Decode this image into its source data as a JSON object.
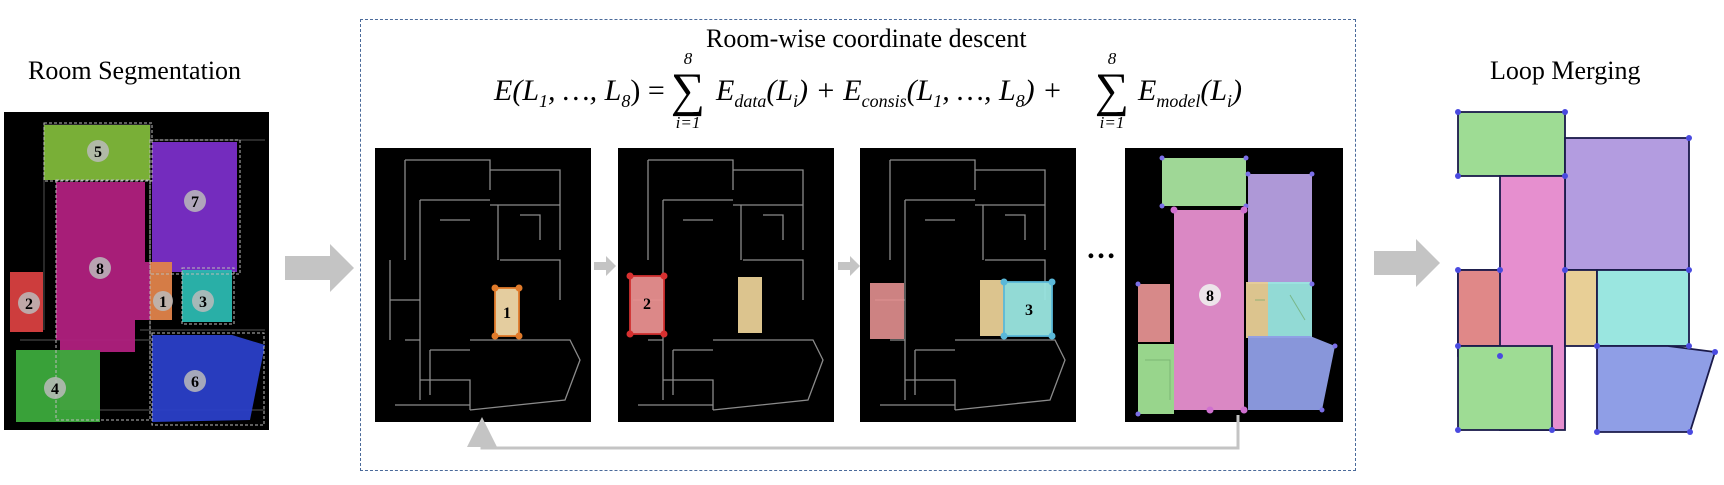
{
  "titles": {
    "segmentation": "Room Segmentation",
    "coordinate_descent": "Room-wise coordinate descent",
    "merging": "Loop Merging"
  },
  "equation": {
    "lhs": "E(L",
    "lhs_sub1": "1",
    "lhs_mid": ", …, L",
    "lhs_sub2": "8",
    "lhs_end": ") =",
    "sum_upper": "8",
    "sum_lower": "i=1",
    "term1": "E",
    "term1_sub": "data",
    "term1_arg": "(L",
    "term1_arg_sub": "i",
    "term1_end": ") + E",
    "term2_sub": "consis",
    "term2_arg": "(L",
    "term2_arg_sub1": "1",
    "term2_mid": ", …, L",
    "term2_arg_sub2": "8",
    "term2_end": ") +",
    "sum2_upper": "8",
    "sum2_lower": "i=1",
    "term3": "E",
    "term3_sub": "model",
    "term3_arg": "(L",
    "term3_arg_sub": "i",
    "term3_end": ")"
  },
  "ellipsis": "…",
  "room_labels": {
    "seg": [
      "1",
      "2",
      "3",
      "4",
      "5",
      "6",
      "7",
      "8"
    ],
    "step1": "1",
    "step2": "2",
    "step3": "3",
    "step4": "8"
  },
  "colors": {
    "room1": "#e8c27a",
    "room2": "#d84040",
    "room3": "#2bb8b0",
    "room4": "#3caa3c",
    "room5": "#7fb83a",
    "room6": "#2a3fc8",
    "room7": "#7a2ec8",
    "room8": "#b0207e",
    "merge_green": "#9edc94",
    "merge_pink": "#e68fcf",
    "merge_purple": "#b39ce0",
    "merge_red": "#e08888",
    "merge_tan": "#e8cf96",
    "merge_cyan": "#9ae6e0",
    "merge_blue": "#8f9ee6",
    "arrow_gray": "#c8c8c8",
    "dash_border": "#4a6a9a"
  }
}
